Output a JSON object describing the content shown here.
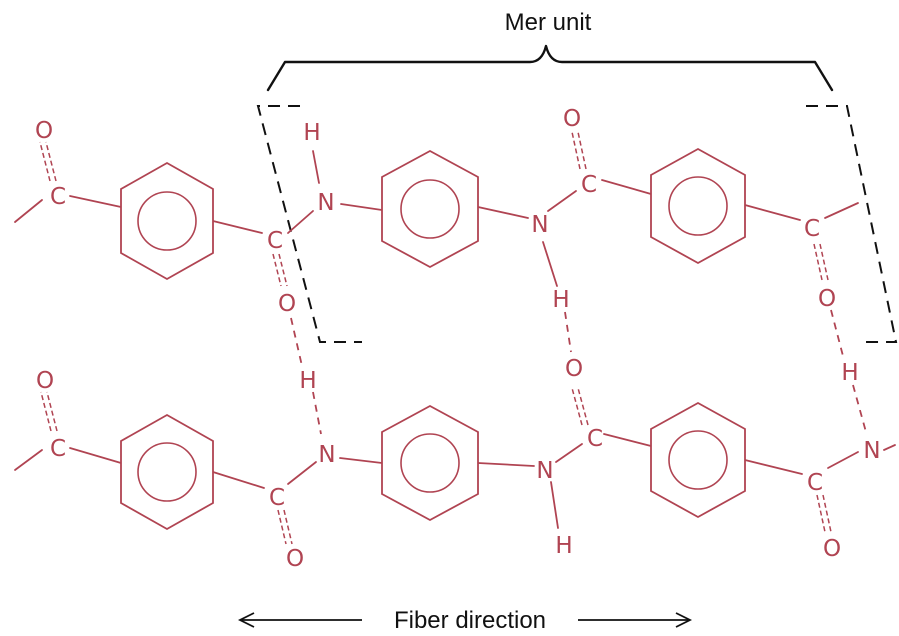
{
  "labels": {
    "mer_unit": "Mer unit",
    "fiber_direction": "Fiber direction"
  },
  "atoms": {
    "carbon": "C",
    "nitrogen": "N",
    "oxygen": "O",
    "hydrogen": "H"
  },
  "colors": {
    "molecule": "#b04452",
    "annotation": "#111111",
    "background": "#ffffff"
  }
}
